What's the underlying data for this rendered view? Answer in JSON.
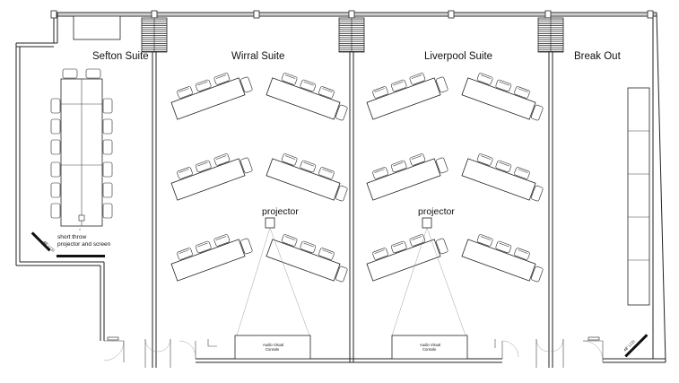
{
  "rooms": {
    "sefton": "Sefton Suite",
    "wirral": "Wirral Suite",
    "liverpool": "Liverpool Suite",
    "breakout": "Break Out"
  },
  "labels": {
    "projector": "projector",
    "lcd": "48\" LCD",
    "short_throw_1": "short throw",
    "short_throw_2": "projector and screen",
    "av_console_1": "Audio Visual",
    "av_console_2": "Console"
  },
  "colors": {
    "line": "#222222",
    "fill": "#ffffff"
  }
}
